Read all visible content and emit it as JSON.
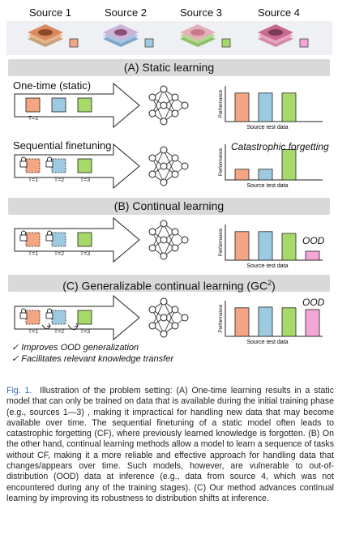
{
  "sources": [
    {
      "label": "Source 1",
      "color": "#f4a582"
    },
    {
      "label": "Source 2",
      "color": "#9ecae1"
    },
    {
      "label": "Source 3",
      "color": "#a6d96a"
    },
    {
      "label": "Source 4",
      "color": "#f4a6d7"
    }
  ],
  "sections": {
    "a": "(A) Static learning",
    "b": "(B) Continual learning",
    "c_prefix": "(C) Generalizable continual learning (GC",
    "c_sup": "2",
    "c_suffix": ")"
  },
  "rows": {
    "one_time": "One-time (static)",
    "sequential": "Sequential finetuning"
  },
  "time_labels": {
    "t1": "T=1",
    "t2": "T=2",
    "t3": "T=3"
  },
  "bar_charts": {
    "ylabel": "Performance",
    "xlabel": "Source test data",
    "cf_annotation": "Catastrophic forgetting",
    "ood_label": "OOD"
  },
  "chart_data": [
    {
      "type": "bar",
      "title": "",
      "xlabel": "Source test data",
      "ylabel": "Performance",
      "categories": [
        "Source 1",
        "Source 2",
        "Source 3"
      ],
      "values": [
        0.8,
        0.8,
        0.8
      ]
    },
    {
      "type": "bar",
      "title": "",
      "xlabel": "Source test data",
      "ylabel": "Performance",
      "annotation": "Catastrophic forgetting",
      "categories": [
        "Source 1",
        "Source 2",
        "Source 3"
      ],
      "values": [
        0.3,
        0.3,
        0.85
      ]
    },
    {
      "type": "bar",
      "title": "",
      "xlabel": "Source test data",
      "ylabel": "Performance",
      "categories": [
        "Source 1",
        "Source 2",
        "Source 3",
        "Source 4"
      ],
      "values": [
        0.8,
        0.8,
        0.75,
        0.25
      ],
      "annotation": "OOD"
    },
    {
      "type": "bar",
      "title": "",
      "xlabel": "Source test data",
      "ylabel": "Performance",
      "categories": [
        "Source 1",
        "Source 2",
        "Source 3",
        "Source 4"
      ],
      "values": [
        0.8,
        0.82,
        0.8,
        0.75
      ],
      "annotation": "OOD"
    }
  ],
  "checks": [
    "✓ Improves OOD generalization",
    "✓ Facilitates relevant knowledge transfer"
  ],
  "caption": {
    "fig": "Fig. 1.",
    "text": "Illustration of the problem setting: (A) One-time learning results in a static model that can only be trained on data that is available during the initial training phase (e.g., sources 1—3) , making it impractical for handling new data that may become available over time. The sequential finetuning of a static model often leads to catastrophic forgetting (CF), where previously learned knowledge is forgotten. (B) On the other hand, continual learning methods allow a model to learn a sequence of tasks without CF, making it a more reliable and effective approach for handling data that changes/appears over time. Such models, however, are vulnerable to out-of-distribution (OOD) data at inference (e.g., data from source 4, which was not encountered during any of the training stages). (C) Our method advances continual learning by improving its robustness to distribution shifts at inference."
  }
}
